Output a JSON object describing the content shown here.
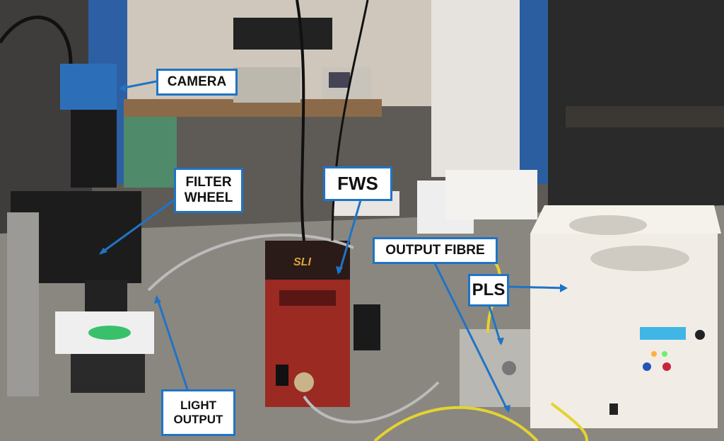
{
  "labels": {
    "camera": "CAMERA",
    "filter_wheel": "FILTER WHEEL",
    "fws": "FWS",
    "output_fibre": "OUTPUT FIBRE",
    "pls": "PLS",
    "light_output": "LIGHT OUTPUT"
  },
  "colors": {
    "label_border": "#1f74c4",
    "fws_body": "#9a2a22",
    "pls_body": "#f1ede6",
    "table": "#8a8781"
  }
}
